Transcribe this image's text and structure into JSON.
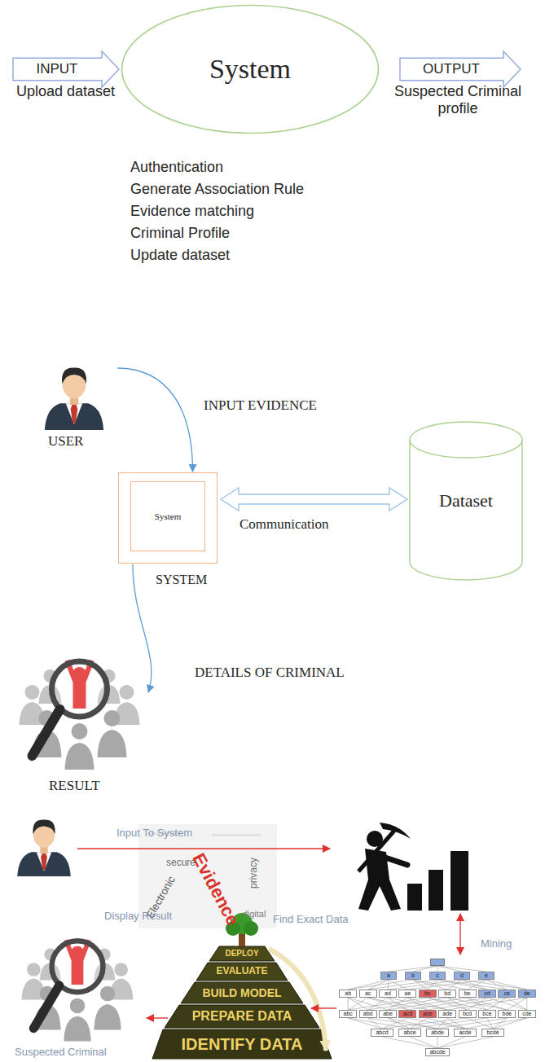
{
  "diagram": {
    "nodes": [
      {
        "text": [
          "INPUT"
        ]
      },
      {
        "text": [
          "System"
        ]
      },
      {
        "text": [
          "OUTPUT"
        ]
      },
      {
        "text": [
          "USER"
        ]
      },
      {
        "text": [
          "SYSTEM"
        ]
      },
      {
        "text": [
          "System"
        ],
        "in": 4
      },
      {
        "text": [
          "Dataset"
        ]
      },
      {
        "text": [
          "RESULT"
        ]
      }
    ],
    "edges": [
      {
        "from": 3,
        "to": 4,
        "arrow": "to",
        "label": "INPUT EVIDENCE"
      },
      {
        "from": 4,
        "to": 6,
        "arrow": "both",
        "label": "Communication"
      },
      {
        "from": 4,
        "to": 7,
        "arrow": "to",
        "label": "DETAILS OF CRIMINAL"
      }
    ],
    "labels": [
      "Upload dataset",
      "Suspected Criminal profile",
      "Authentication",
      "Generate Association Rule",
      "Evidence matching",
      "Criminal Profile",
      "Update dataset",
      "Input To System",
      "Evidence",
      "Electronic",
      "secure",
      "privacy",
      "digital",
      "Mining",
      "Display Result",
      "Find Exact Data",
      "DEPLOY",
      "EVALUATE",
      "BUILD MODEL",
      "PREPARE DATA",
      "IDENTIFY DATA",
      "a",
      "b",
      "c",
      "d",
      "e",
      "ab",
      "ac",
      "ad",
      "ae",
      "bc",
      "bd",
      "be",
      "cd",
      "ce",
      "de",
      "abc",
      "abd",
      "abe",
      "acd",
      "ace",
      "ade",
      "bcd",
      "bce",
      "bde",
      "cde",
      "abcd",
      "abce",
      "abde",
      "acde",
      "bcde",
      "abcde",
      "Suspected Criminal"
    ]
  }
}
